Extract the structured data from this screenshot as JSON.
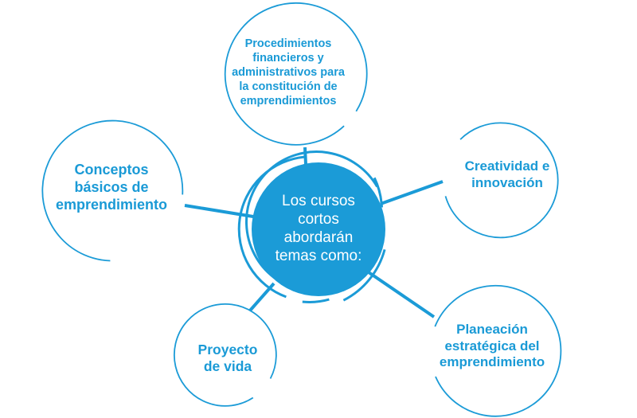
{
  "colors": {
    "primary": "#1b9bd7",
    "text": "#1a9ad6",
    "center_text": "#ffffff"
  },
  "center": {
    "label": "Los cursos\ncortos\nabordarán\ntemas como:"
  },
  "topics": {
    "top": "Procedimientos\nfinancieros y\nadministrativos para\nla constitución de\nemprendimientos",
    "left": "Conceptos\nbásicos de\nemprendimiento",
    "right": "Creatividad e\ninnovación",
    "bottom_left": "Proyecto\nde vida",
    "bottom_right": "Planeación\nestratégica del\nemprendimiento"
  }
}
